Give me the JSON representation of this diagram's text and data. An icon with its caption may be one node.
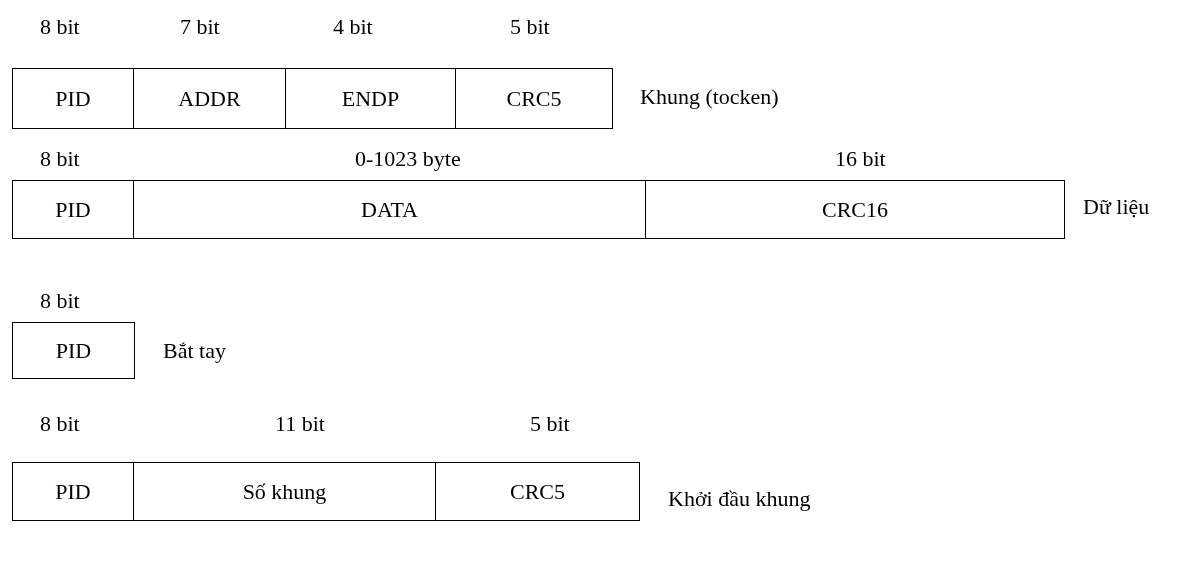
{
  "diagram": {
    "nodes": [
      {
        "text": [
          "PID"
        ],
        "beside": [
          "8 bit"
        ]
      },
      {
        "text": [
          "ADDR"
        ],
        "beside": [
          "7 bit"
        ]
      },
      {
        "text": [
          "ENDP"
        ],
        "beside": [
          "4 bit"
        ]
      },
      {
        "text": [
          "CRC5"
        ],
        "beside": [
          "5 bit"
        ]
      },
      {
        "text": [
          "PID"
        ],
        "beside": [
          "8 bit"
        ]
      },
      {
        "text": [
          "DATA"
        ],
        "beside": [
          "0-1023 byte"
        ]
      },
      {
        "text": [
          "CRC16"
        ],
        "beside": [
          "16 bit"
        ]
      },
      {
        "text": [
          "PID"
        ],
        "beside": [
          "8 bit"
        ]
      },
      {
        "text": [
          "PID"
        ],
        "beside": [
          "8 bit"
        ]
      },
      {
        "text": [
          "Số khung"
        ],
        "beside": [
          "11 bit"
        ]
      },
      {
        "text": [
          "CRC5"
        ],
        "beside": [
          "5 bit"
        ]
      }
    ],
    "labels": [
      "Khung (tocken)",
      "Dữ liệu",
      "Bắt tay",
      "Khởi đầu khung"
    ]
  }
}
